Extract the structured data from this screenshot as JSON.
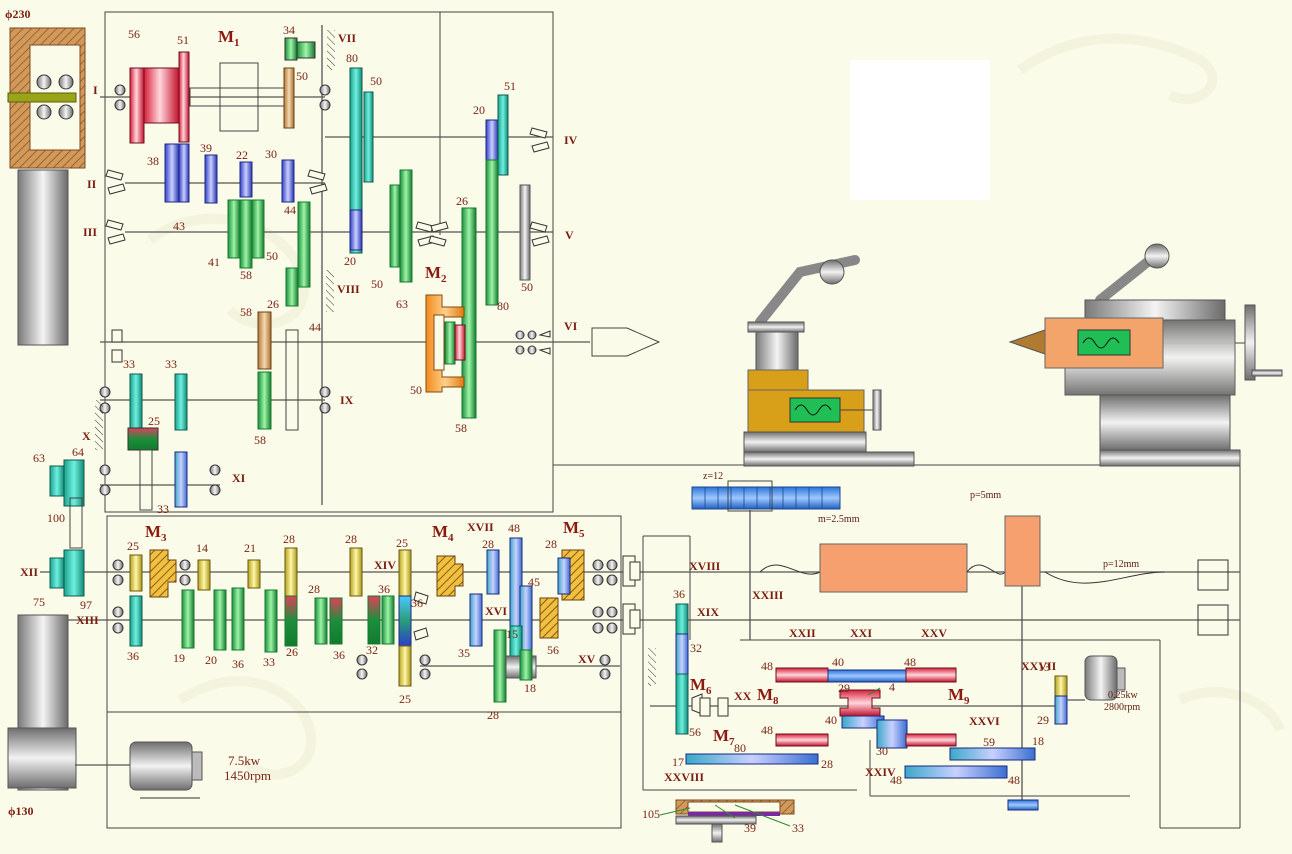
{
  "pulleys": {
    "top_diameter": "ϕ230",
    "bottom_diameter": "ϕ130"
  },
  "motors": {
    "main_power": "7.5kw",
    "main_speed": "1450rpm",
    "rapid_power": "0.25kw",
    "rapid_speed": "2800rpm"
  },
  "clutches": [
    "M1",
    "M2",
    "M3",
    "M4",
    "M5",
    "M6",
    "M7",
    "M8",
    "M9"
  ],
  "shafts": [
    "I",
    "II",
    "III",
    "IV",
    "V",
    "VI",
    "VII",
    "VIII",
    "IX",
    "X",
    "XI",
    "XII",
    "XIII",
    "XIV",
    "XV",
    "XVI",
    "XVII",
    "XVIII",
    "XIX",
    "XX",
    "XXI",
    "XXII",
    "XXIII",
    "XXIV",
    "XXV",
    "XXVI",
    "XXVII",
    "XXVIII"
  ],
  "gear_teeth": {
    "g56": "56",
    "g51a": "51",
    "g34": "34",
    "g50a": "50",
    "g80a": "80",
    "g50b": "50",
    "g20a": "20",
    "g51b": "51",
    "g38": "38",
    "g39": "39",
    "g22": "22",
    "g30a": "30",
    "g43": "43",
    "g44a": "44",
    "g26a": "26",
    "g41": "41",
    "g58a": "58",
    "g50c": "50",
    "g20b": "20",
    "g50d": "50",
    "g63a": "63",
    "g80b": "80",
    "g50e": "50",
    "g26b": "26",
    "g44b": "44",
    "g58b": "58",
    "g50f": "50",
    "g58c": "58",
    "g58d": "58",
    "g33a": "33",
    "g33b": "33",
    "g25a": "25",
    "g33c": "33",
    "g63b": "63",
    "g64": "64",
    "g100": "100",
    "g75": "75",
    "g97": "97",
    "g25b": "25",
    "g14": "14",
    "g21": "21",
    "g28a": "28",
    "g28b": "28",
    "g25c": "25",
    "g28c": "28",
    "g48": "48",
    "g28d": "28",
    "g36a": "36",
    "g19": "19",
    "g20c": "20",
    "g36b": "36",
    "g33d": "33",
    "g26c": "26",
    "g28e": "28",
    "g36c": "36",
    "g32a": "32",
    "g36d": "36",
    "g36e": "36",
    "g25d": "25",
    "g35": "35",
    "g15": "15",
    "g45": "45",
    "g56b": "56",
    "g28f": "28",
    "g18a": "18",
    "g36f": "36",
    "g32b": "32",
    "g56c": "56",
    "g80c": "80",
    "g17": "17",
    "g28g": "28",
    "g48a": "48",
    "g40a": "40",
    "g29a": "29",
    "g4": "4",
    "g48b": "48",
    "g48c": "48",
    "g40b": "40",
    "g30b": "30",
    "g13": "13",
    "g29b": "29",
    "g59": "59",
    "g18b": "18",
    "g48d": "48",
    "g48e": "48",
    "g105": "105",
    "g39b": "39",
    "g33e": "33"
  },
  "leadscrew": {
    "pinion": "z=12",
    "module": "m=2.5mm",
    "pitch": "p=12mm",
    "cross_pitch": "p=5mm"
  }
}
